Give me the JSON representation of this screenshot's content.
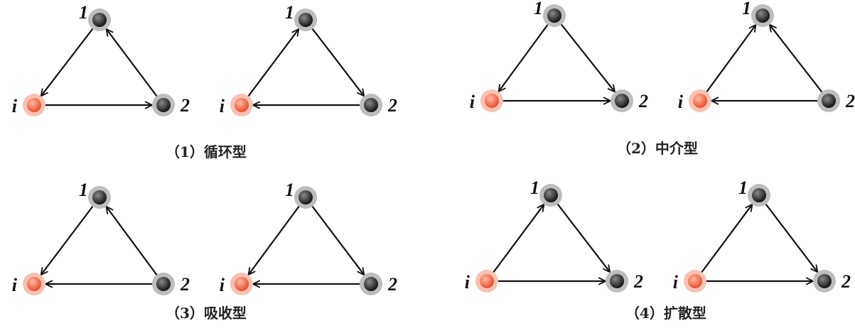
{
  "colors": {
    "focal_node": "#f06a4a",
    "focal_halo": "#f8c2b3",
    "other_node": "#2a2a2a",
    "other_halo": "#bdbdbd",
    "edge": "#111111"
  },
  "node_labels": {
    "i": "i",
    "one": "1",
    "two": "2"
  },
  "groups": [
    {
      "caption": "（1）循环型",
      "diagrams": [
        {
          "edges": [
            [
              "1",
              "i"
            ],
            [
              "i",
              "2"
            ],
            [
              "2",
              "1"
            ]
          ]
        },
        {
          "edges": [
            [
              "i",
              "1"
            ],
            [
              "1",
              "2"
            ],
            [
              "2",
              "i"
            ]
          ]
        }
      ]
    },
    {
      "caption": "（2）中介型",
      "diagrams": [
        {
          "edges": [
            [
              "1",
              "i"
            ],
            [
              "1",
              "2"
            ],
            [
              "i",
              "2"
            ]
          ]
        },
        {
          "edges": [
            [
              "i",
              "1"
            ],
            [
              "2",
              "1"
            ],
            [
              "2",
              "i"
            ]
          ]
        }
      ]
    },
    {
      "caption": "（3）吸收型",
      "diagrams": [
        {
          "edges": [
            [
              "1",
              "i"
            ],
            [
              "2",
              "1"
            ],
            [
              "2",
              "i"
            ]
          ]
        },
        {
          "edges": [
            [
              "1",
              "i"
            ],
            [
              "1",
              "2"
            ],
            [
              "2",
              "i"
            ]
          ]
        }
      ]
    },
    {
      "caption": "（4）扩散型",
      "diagrams": [
        {
          "edges": [
            [
              "i",
              "1"
            ],
            [
              "1",
              "2"
            ],
            [
              "i",
              "2"
            ]
          ]
        },
        {
          "edges": [
            [
              "i",
              "1"
            ],
            [
              "1",
              "2"
            ],
            [
              "i",
              "2"
            ]
          ]
        }
      ]
    }
  ]
}
